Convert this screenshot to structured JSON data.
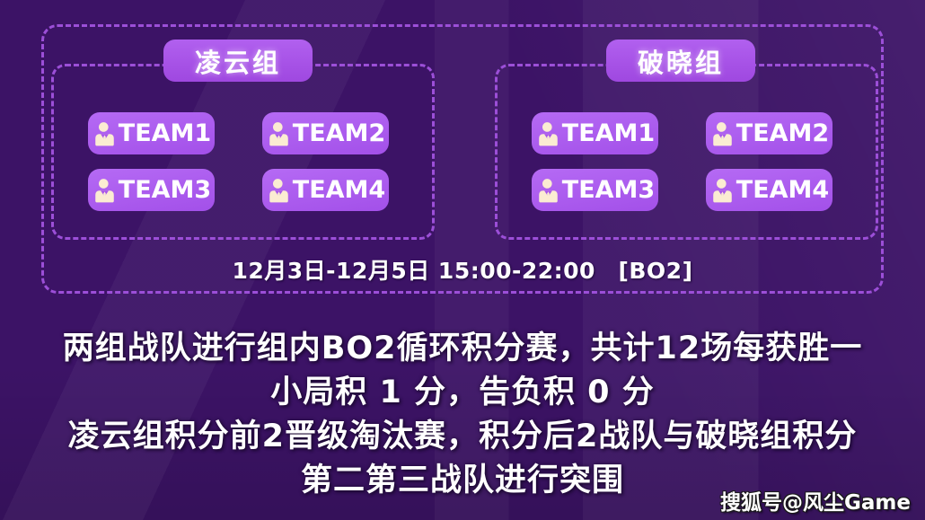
{
  "bracket": {
    "schedule": "12月3日-12月5日 15:00-22:00　[BO2]",
    "groups": [
      {
        "name": "凌云组",
        "teams": [
          "TEAM1",
          "TEAM2",
          "TEAM3",
          "TEAM4"
        ]
      },
      {
        "name": "破晓组",
        "teams": [
          "TEAM1",
          "TEAM2",
          "TEAM3",
          "TEAM4"
        ]
      }
    ]
  },
  "description": {
    "lines": [
      "两组战队进行组内BO2循环积分赛，共计12场每获胜一",
      "小局积 1 分，告负积 0 分",
      "凌云组积分前2晋级淘汰赛，积分后2战队与破晓组积分",
      "第二第三战队进行突围"
    ]
  },
  "watermark": "搜狐号@风尘Game",
  "colors": {
    "background": "#3C1366",
    "dashed_border": "#9C4FD8",
    "group_pill_bg": "#A854E8",
    "team_button_bg": "#AB5AEF",
    "player_icon": "#FBECD2",
    "text": "#FFFFFF"
  }
}
